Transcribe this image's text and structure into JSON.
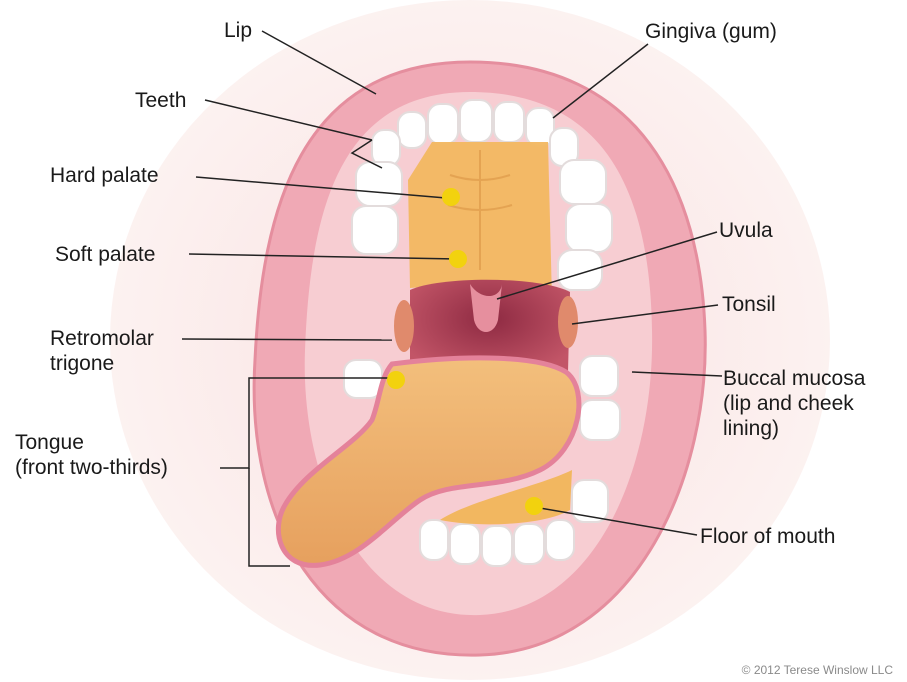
{
  "labels": {
    "lip": "Lip",
    "teeth": "Teeth",
    "hard_palate": "Hard palate",
    "soft_palate": "Soft palate",
    "retromolar_line1": "Retromolar",
    "retromolar_line2": "trigone",
    "tongue_line1": "Tongue",
    "tongue_line2": "(front two-thirds)",
    "gingiva": "Gingiva (gum)",
    "uvula": "Uvula",
    "tonsil": "Tonsil",
    "buccal_line1": "Buccal mucosa",
    "buccal_line2": "(lip and cheek",
    "buccal_line3": "lining)",
    "floor_of_mouth": "Floor of mouth"
  },
  "copyright": "© 2012 Terese Winslow LLC",
  "colors": {
    "marker": "#f2d20e",
    "highlight": "#f2b760",
    "lip": "#f1a8b4",
    "throat": "#b03e55",
    "tongue": "#eeae6a"
  }
}
